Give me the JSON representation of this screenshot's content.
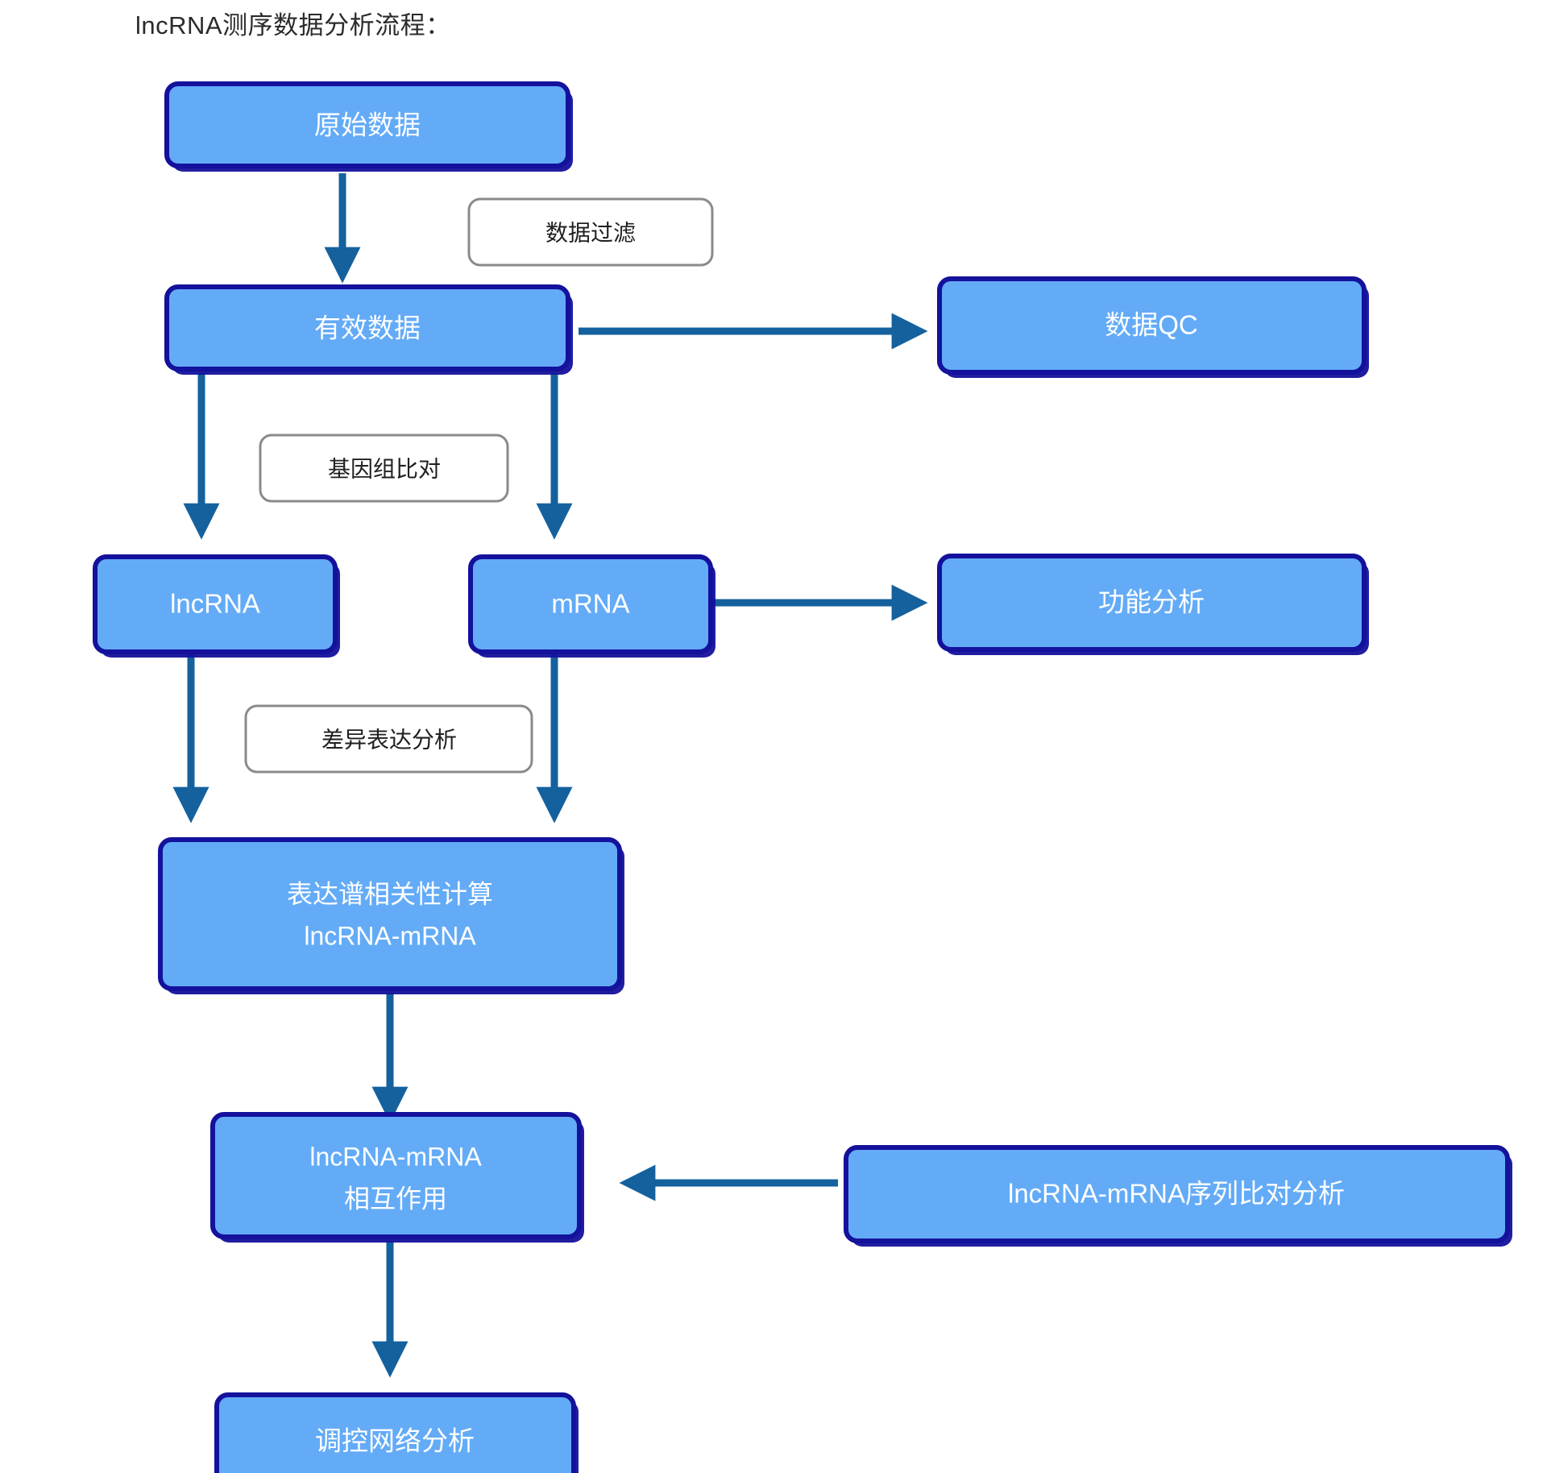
{
  "title": "lncRNA测序数据分析流程：",
  "colors": {
    "node_fill": "#63ABF7",
    "node_border": "#14119C",
    "node_text": "#FFFFFF",
    "edge_label_border": "#8A8A8A",
    "edge_label_fill": "#FFFFFF",
    "arrow": "#14619E",
    "title_text": "#2B2B2B",
    "background": "#FFFFFF"
  },
  "chart_data": {
    "type": "diagram",
    "title": "lncRNA测序数据分析流程：",
    "nodes": [
      {
        "id": "raw",
        "label": "原始数据",
        "lines": [
          "原始数据"
        ]
      },
      {
        "id": "valid",
        "label": "有效数据",
        "lines": [
          "有效数据"
        ]
      },
      {
        "id": "qc",
        "label": "数据QC",
        "lines": [
          "数据QC"
        ]
      },
      {
        "id": "lncrna",
        "label": "lncRNA",
        "lines": [
          "lncRNA"
        ]
      },
      {
        "id": "mrna",
        "label": "mRNA",
        "lines": [
          "mRNA"
        ]
      },
      {
        "id": "func",
        "label": "功能分析",
        "lines": [
          "功能分析"
        ]
      },
      {
        "id": "corr",
        "label": "表达谱相关性计算 lncRNA-mRNA",
        "lines": [
          "表达谱相关性计算",
          "lncRNA-mRNA"
        ]
      },
      {
        "id": "interact",
        "label": "lncRNA-mRNA 相互作用",
        "lines": [
          "lncRNA-mRNA",
          "相互作用"
        ]
      },
      {
        "id": "seqalign",
        "label": "lncRNA-mRNA序列比对分析",
        "lines": [
          "lncRNA-mRNA序列比对分析"
        ]
      },
      {
        "id": "network",
        "label": "调控网络分析",
        "lines": [
          "调控网络分析"
        ]
      }
    ],
    "edge_labels": [
      {
        "id": "filter",
        "label": "数据过滤"
      },
      {
        "id": "align",
        "label": "基因组比对"
      },
      {
        "id": "deg",
        "label": "差异表达分析"
      }
    ],
    "edges": [
      {
        "from": "raw",
        "to": "valid",
        "label": "数据过滤",
        "direction": "down"
      },
      {
        "from": "valid",
        "to": "qc",
        "label": "",
        "direction": "right"
      },
      {
        "from": "valid",
        "to": "lncrna",
        "label": "基因组比对",
        "direction": "down"
      },
      {
        "from": "valid",
        "to": "mrna",
        "label": "基因组比对",
        "direction": "down"
      },
      {
        "from": "mrna",
        "to": "func",
        "label": "",
        "direction": "right"
      },
      {
        "from": "lncrna",
        "to": "corr",
        "label": "差异表达分析",
        "direction": "down"
      },
      {
        "from": "mrna",
        "to": "corr",
        "label": "差异表达分析",
        "direction": "down"
      },
      {
        "from": "corr",
        "to": "interact",
        "label": "",
        "direction": "down"
      },
      {
        "from": "seqalign",
        "to": "interact",
        "label": "",
        "direction": "left"
      },
      {
        "from": "interact",
        "to": "network",
        "label": "",
        "direction": "down"
      }
    ]
  }
}
